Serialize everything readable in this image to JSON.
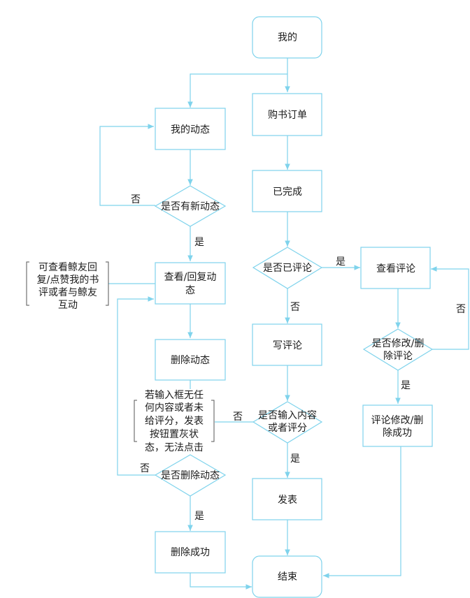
{
  "colors": {
    "line": "#7fd3ec",
    "text": "#1a1a1a",
    "bracket": "#555555"
  },
  "nodes": {
    "mine": "我的",
    "order": "购书订单",
    "completed": "已完成",
    "has_review": "是否已评论",
    "view_review": "查看评论",
    "modify_q": [
      "是否修改/删",
      "除评论"
    ],
    "modify_ok": [
      "评论修改/删",
      "除成功"
    ],
    "write_review": "写评论",
    "input_q": [
      "是否输入内容",
      "或者评分"
    ],
    "publish": "发表",
    "end": "结束",
    "my_feed": "我的动态",
    "new_feed_q": "是否有新动态",
    "view_reply": [
      "查看/回复动",
      "态"
    ],
    "delete_feed": "删除动态",
    "delete_q": "是否删除动态",
    "delete_ok": "删除成功"
  },
  "labels": {
    "yes": "是",
    "no": "否"
  },
  "annotations": {
    "friend_note": [
      "可查看鲸友回",
      "复/点赞我的书",
      "评或者与鲸友",
      "互动"
    ],
    "input_note": [
      "若输入框无任",
      "何内容或者未",
      "给评分，发表",
      "按钮置灰状",
      "态，无法点击"
    ]
  }
}
